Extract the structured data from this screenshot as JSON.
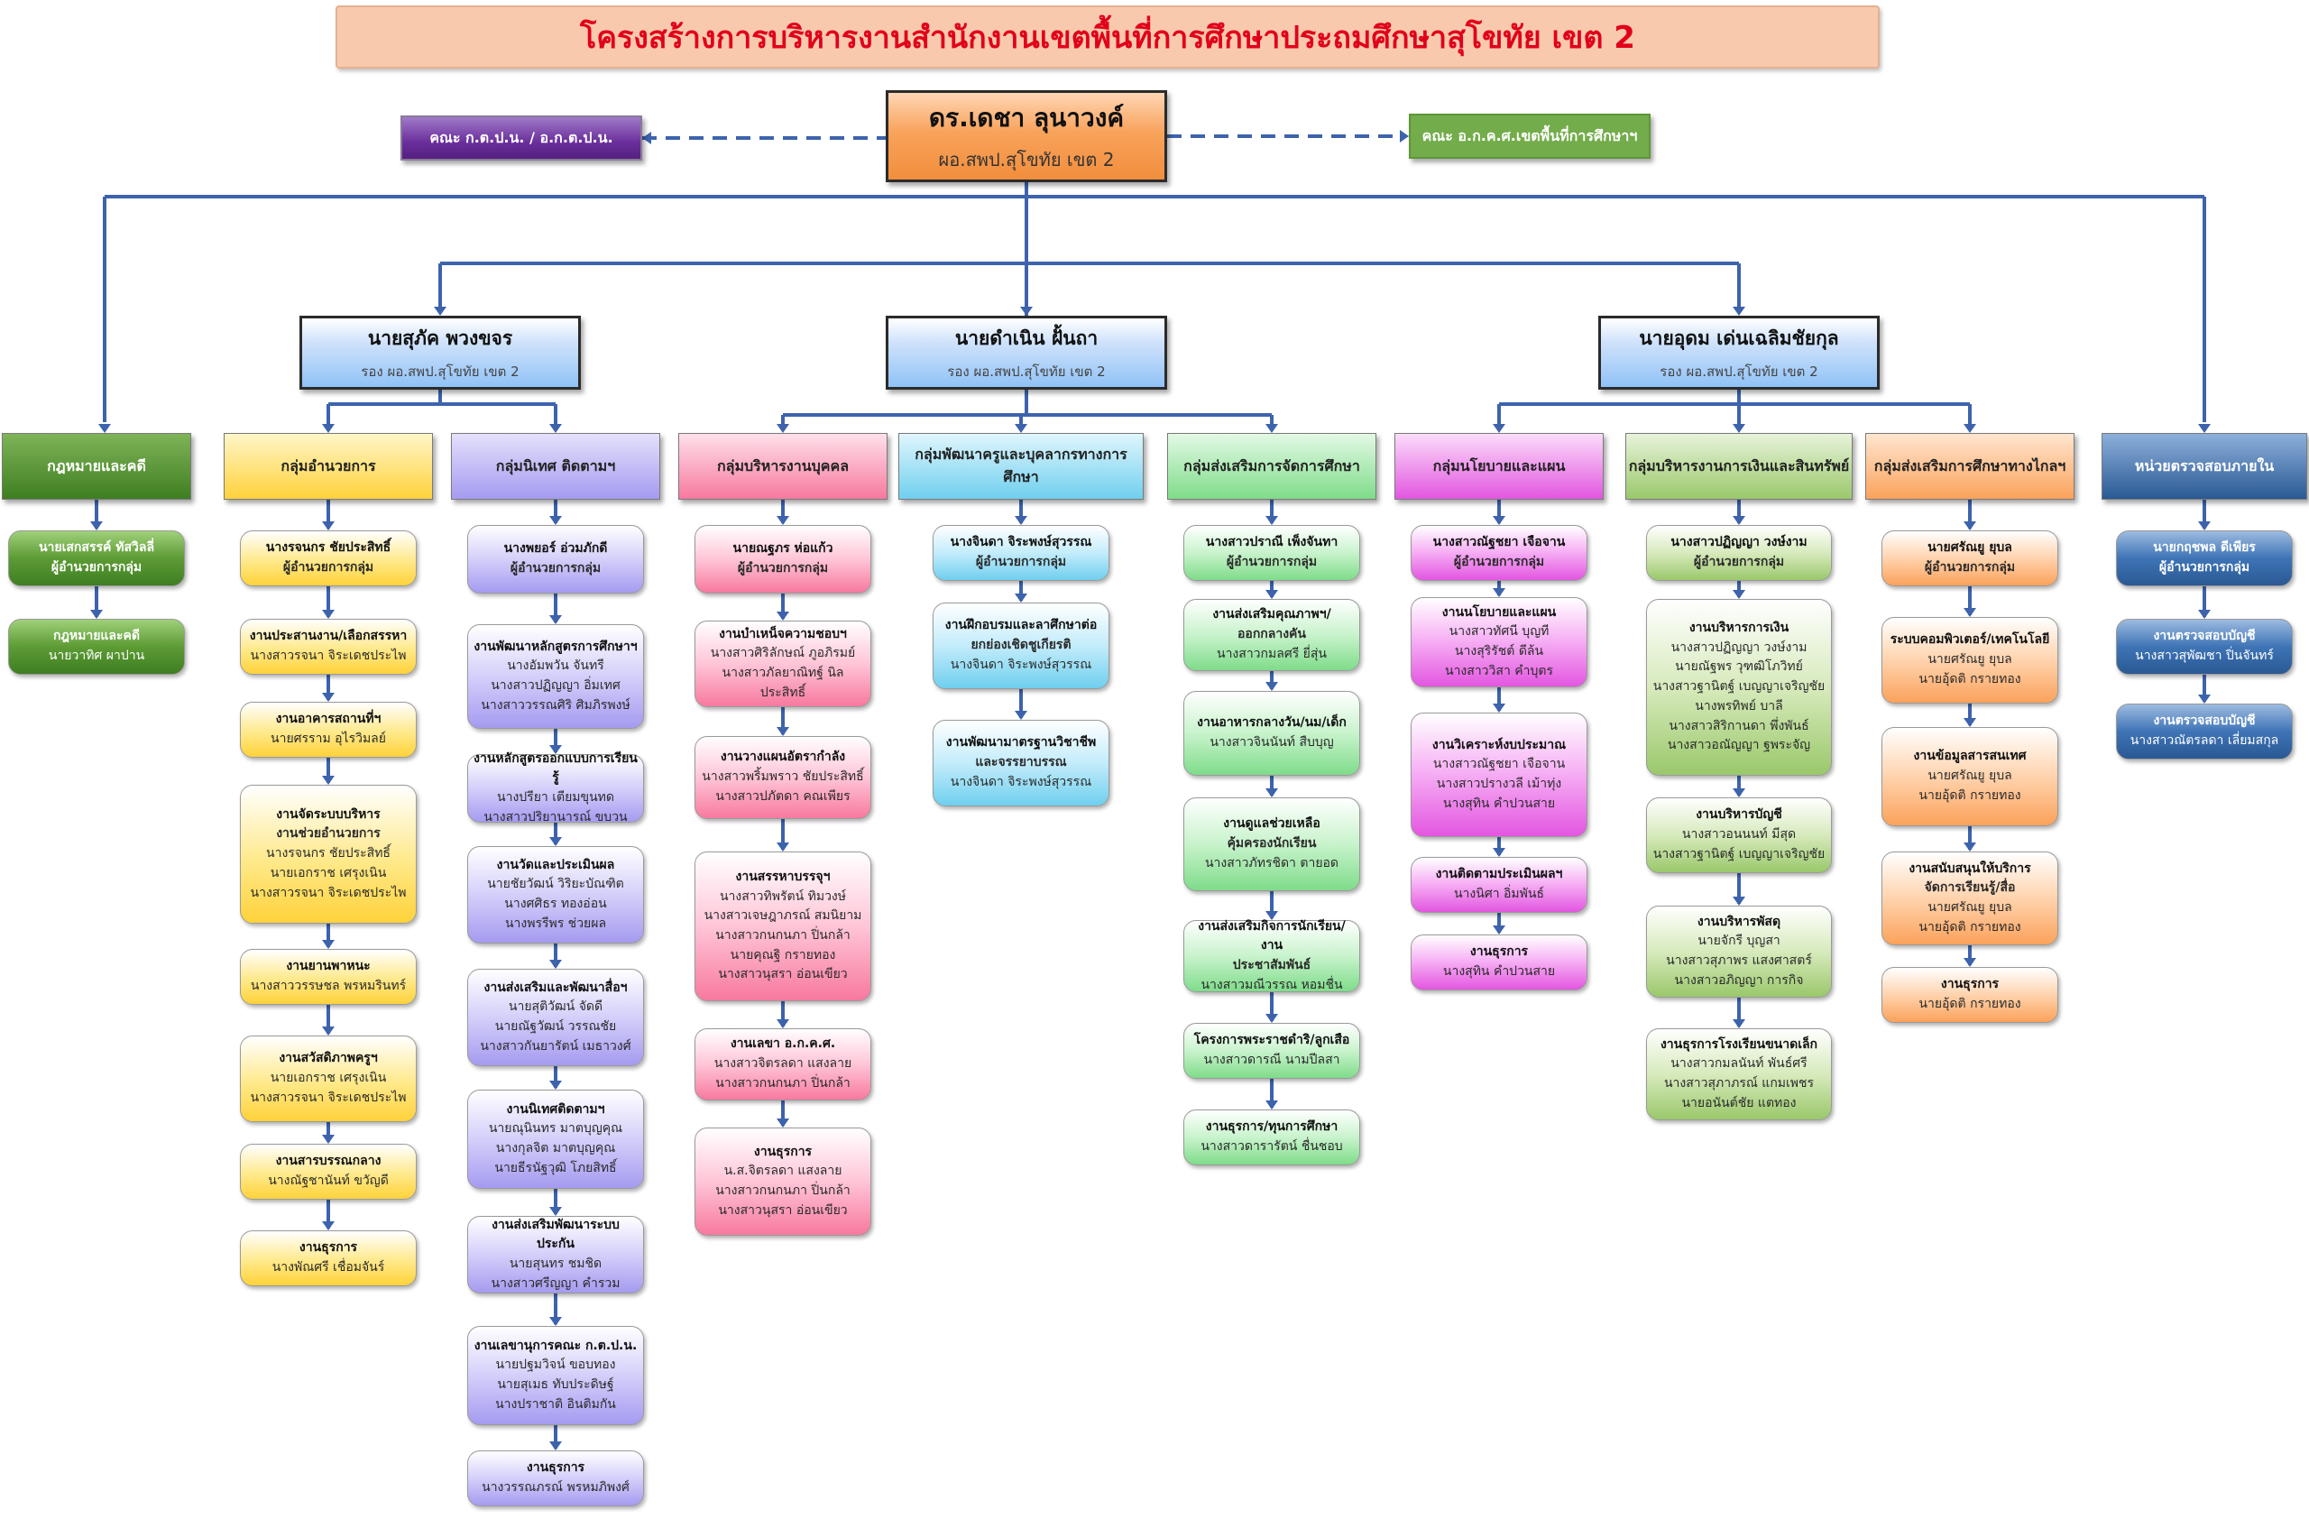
{
  "title": "โครงสร้างการบริหารงานสำนักงานเขตพื้นที่การศึกษาประถมศึกษาสุโขทัย เขต 2",
  "director": {
    "name": "ดร.เดชา ลุนาวงค์",
    "position": "ผอ.สพป.สุโขทัย เขต 2"
  },
  "committees": {
    "left": "คณะ ก.ต.ป.น. / อ.ก.ต.ป.น.",
    "right": "คณะ อ.ก.ค.ศ.เขตพื้นที่การศึกษาฯ"
  },
  "deputies": [
    {
      "name": "นายสุภัค พวงขจร",
      "position": "รอง ผอ.สพป.สุโขทัย เขต 2"
    },
    {
      "name": "นายดำเนิน ฝั้นถา",
      "position": "รอง ผอ.สพป.สุโขทัย เขต 2"
    },
    {
      "name": "นายอุดม เด่นเฉลิมชัยกุล",
      "position": "รอง ผอ.สพป.สุโขทัย เขต 2"
    }
  ],
  "groups": [
    {
      "name": "กฎหมายและคดี",
      "colors": {
        "header": "#3f7e22"
      },
      "items": [
        {
          "head": "นายเสกสรรค์  ทัสวิลลี่",
          "lines": [
            "ผู้อำนวยการกลุ่ม"
          ]
        },
        {
          "head": "กฎหมายและคดี",
          "lines": [
            "นายวาทิศ ผาปาน"
          ]
        }
      ]
    },
    {
      "name": "กลุ่มอำนวยการ",
      "colors": {
        "header": "#ffd23a"
      },
      "items": [
        {
          "head": "นางรจนกร ชัยประสิทธิ์",
          "lines": [
            "ผู้อำนวยการกลุ่ม"
          ]
        },
        {
          "head": "งานประสานงาน/เลือกสรรหา",
          "lines": [
            "นางสาวรจนา  จิระเดชประไพ"
          ]
        },
        {
          "head": "งานอาคารสถานที่ฯ",
          "lines": [
            "นายศรราม  อุไรวิมลย์"
          ]
        },
        {
          "head": "งานจัดระบบบริหาร",
          "lines": [
            "งานช่วยอำนวยการ",
            "นางรจนกร  ชัยประสิทธิ์",
            "นายเอกราช  เศรุงเนิน",
            "นางสาวรจนา  จิระเดชประไพ"
          ]
        },
        {
          "head": "งานยานพาหนะ",
          "lines": [
            "นางสาววรรษชล  พรหมรินทร์"
          ]
        },
        {
          "head": "งานสวัสดิภาพครูฯ",
          "lines": [
            "นายเอกราช  เศรุงเนิน",
            "นางสาวรจนา  จิระเดชประไพ"
          ]
        },
        {
          "head": "งานสารบรรณกลาง",
          "lines": [
            "นางณัฐชานันท์  ขวัญดี"
          ]
        },
        {
          "head": "งานธุรการ",
          "lines": [
            "นางพัณศรี  เชื่อมจันร์"
          ]
        }
      ]
    },
    {
      "name": "กลุ่มนิเทศ ติดตามฯ",
      "colors": {
        "header": "#a59bf0"
      },
      "items": [
        {
          "head": "นางพยอร์  อ่วมภักดี",
          "lines": [
            "ผู้อำนวยการกลุ่ม"
          ]
        },
        {
          "head": "งานพัฒนาหลักสูตรการศึกษาฯ",
          "lines": [
            "นางอัมพวัน  จันทรี",
            "นางสาวปฏิญญา  อิ่มเทศ",
            "นางสาววรรณศิริ  ศิมภิรพงษ์"
          ]
        },
        {
          "head": "งานหลักสูตรออกแบบการเรียนรู้",
          "lines": [
            "นางปรียา  เตียมขุนทด",
            "นางสาวปริยานารณ์  ขบวน"
          ]
        },
        {
          "head": "งานวัดและประเมินผล",
          "lines": [
            "นายชัยวัฒน์  วิริยะบัณฑิต",
            "นางศศิธร  ทองอ่อน",
            "นางพรรีพร  ช่วยผล"
          ]
        },
        {
          "head": "งานส่งเสริมและพัฒนาสื่อฯ",
          "lines": [
            "นายสุติวัฒน์  จัดดี",
            "นายณัฐวัฒน์  วรรณชัย",
            "นางสาวกันยารัตน์  เมธาวงศ์"
          ]
        },
        {
          "head": "งานนิเทศติดตามฯ",
          "lines": [
            "นายณุนินทร  มาตบุญคุณ",
            "นางกุลจิต  มาตบุญคุณ",
            "นายธีรนัฐวุฒิ  โภยสิทธิ์"
          ]
        },
        {
          "head": "งานส่งเสริมพัฒนาระบบประกัน",
          "lines": [
            "นายสุนทร  ชมชิด",
            "นางสาวศรีญญา  คำรวม"
          ]
        },
        {
          "head": "งานเลขานุการคณะ ก.ต.ป.น.",
          "lines": [
            "นายปฐมวิจน์  ขอบทอง",
            "นายสุเมธ  ทับประดิษฐ์",
            "นางปราชาติ  อินติมกัน"
          ]
        },
        {
          "head": "งานธุรการ",
          "lines": [
            "นางวรรณภรณ์  พรหมภิพงศ์"
          ]
        }
      ]
    },
    {
      "name": "กลุ่มบริหารงานบุคคล",
      "colors": {
        "header": "#f7799f"
      },
      "items": [
        {
          "head": "นายณฐภร  ห่อแก้ว",
          "lines": [
            "ผู้อำนวยการกลุ่ม"
          ]
        },
        {
          "head": "งานบำเหน็จความชอบฯ",
          "lines": [
            "นางสาวศิริลักษณ์  ภูอภิรมย์",
            "นางสาวภัลยาณิทฐ์  นิลประสิทธิ์"
          ]
        },
        {
          "head": "งานวางแผนอัตรากำลัง",
          "lines": [
            "นางสาวพริ้มพราว  ชัยประสิทธิ์",
            "นางสาวปภัตดา  คณเพียร"
          ]
        },
        {
          "head": "งานสรรหาบรรจุฯ",
          "lines": [
            "นางสาวทิพรัตน์  ทิมวงษ์",
            "นางสาวเจษฎาภรณ์  สมนิยาม",
            "นางสาวกนกนภา  ปิ่นกล้า",
            "นายคุณฐิ  กรายทอง",
            "นางสาวนุสรา  อ่อนเขียว"
          ]
        },
        {
          "head": "งานเลขา อ.ก.ค.ศ.",
          "lines": [
            "นางสาวจิตรลดา  แสงลาย",
            "นางสาวกนกนภา  ปิ่นกล้า"
          ]
        },
        {
          "head": "งานธุรการ",
          "lines": [
            "น.ส.จิตรลดา  แสงลาย",
            "นางสาวกนกนภา  ปิ่นกล้า",
            "นางสาวนุสรา  อ่อนเขียว"
          ]
        }
      ]
    },
    {
      "name": "กลุ่มพัฒนาครูและบุคลากรทางการศึกษา",
      "colors": {
        "header": "#6fcfee"
      },
      "items": [
        {
          "head": "นางจินดา  จิระพงษ์สุวรรณ",
          "lines": [
            "ผู้อำนวยการกลุ่ม"
          ]
        },
        {
          "head": "งานฝึกอบรมและลาศึกษาต่อ",
          "lines": [
            "ยกย่องเชิดชูเกียรติ",
            "นางจินดา  จิระพงษ์สุวรรณ"
          ]
        },
        {
          "head": "งานพัฒนามาตรฐานวิชาชีพ",
          "lines": [
            "และจรรยาบรรณ",
            "นางจินดา  จิระพงษ์สุวรรณ"
          ]
        }
      ]
    },
    {
      "name": "กลุ่มส่งเสริมการจัดการศึกษา",
      "colors": {
        "header": "#7fdc8a"
      },
      "items": [
        {
          "head": "นางสาวปราณี  เพ็งจันทา",
          "lines": [
            "ผู้อำนวยการกลุ่ม"
          ]
        },
        {
          "head": "งานส่งเสริมคุณภาพฯ/",
          "lines": [
            "ออกกลางคัน",
            "นางสาวกมลศรี  ยี่สุ่น"
          ]
        },
        {
          "head": "งานอาหารกลางวัน/นม/เด็ก",
          "lines": [
            "นางสาวจินนันท์  สืบบุญ"
          ]
        },
        {
          "head": "งานดูแลช่วยเหลือ",
          "lines": [
            "คุ้มครองนักเรียน",
            "นางสาวภัทรชิดา  ตายอด"
          ]
        },
        {
          "head": "งานส่งเสริมกิจการนักเรียน/งาน",
          "lines": [
            "ประชาสัมพันธ์",
            "นางสาวมณีวรรณ  หอมชื่น"
          ]
        },
        {
          "head": "โครงการพระราชดำริ/ลูกเสือ",
          "lines": [
            "นางสาวดารณี  นามปีลสา"
          ]
        },
        {
          "head": "งานธุรการ/ทุนการศึกษา",
          "lines": [
            "นางสาวดารารัตน์  ชื่นชอบ"
          ]
        }
      ]
    },
    {
      "name": "กลุ่มนโยบายและแผน",
      "colors": {
        "header": "#e356e1"
      },
      "items": [
        {
          "head": "นางสาวณัฐชยา  เจือจาน",
          "lines": [
            "ผู้อำนวยการกลุ่ม"
          ]
        },
        {
          "head": "งานนโยบายและแผน",
          "lines": [
            "นางสาวทัศนี  บุญที",
            "นางสุริรัชต์  ดีล้น",
            "นางสาววิสา  คำบุตร"
          ]
        },
        {
          "head": "งานวิเคราะห์งบประมาณ",
          "lines": [
            "นางสาวณัฐชยา  เจือจาน",
            "นางสาวปรางวลี  เม้าทุ่ง",
            "นางสุทิน  คำปวนสาย"
          ]
        },
        {
          "head": "งานติดตามประเมินผลฯ",
          "lines": [
            "นางนิศา  อิ่มพันธ์"
          ]
        },
        {
          "head": "งานธุรการ",
          "lines": [
            "นางสุทิน  คำปวนสาย"
          ]
        }
      ]
    },
    {
      "name": "กลุ่มบริหารงานการเงินและสินทรัพย์",
      "colors": {
        "header": "#9ac86b"
      },
      "items": [
        {
          "head": "นางสาวปฏิญญา  วงษ์งาม",
          "lines": [
            "ผู้อำนวยการกลุ่ม"
          ]
        },
        {
          "head": "งานบริหารการเงิน",
          "lines": [
            "นางสาวปฏิญญา  วงษ์งาม",
            "นายณัฐพร  วุฑฒิโภวิทย์",
            "นางสาวฐานิตฐ์  เบญญาเจริญชัย",
            "นางพรทิพย์  บาลี",
            "นางสาวสิริกานดา  พึ่งพันธ์",
            "นางสาวอณัญญา  ฐพระจัญ"
          ]
        },
        {
          "head": "งานบริหารบัญชี",
          "lines": [
            "นางสาวอนนนท์  มีสุด",
            "นางสาวฐานิตฐ์  เบญญาเจริญชัย"
          ]
        },
        {
          "head": "งานบริหารพัสดุ",
          "lines": [
            "นายจักรี  บุญสา",
            "นางสาวสุภาพร  แสงศาสตร์",
            "นางสาวอภิญญา  การกิจ"
          ]
        },
        {
          "head": "งานธุรการโรงเรียนขนาดเล็ก",
          "lines": [
            "นางสาวกมลนันท์  พันธ์ศรี",
            "นางสาวสุภาภรณ์  แกมเพชร",
            "นายอนันต์ชัย  แตทอง"
          ]
        }
      ]
    },
    {
      "name": "กลุ่มส่งเสริมการศึกษาทางไกลฯ",
      "colors": {
        "header": "#fba25b"
      },
      "items": [
        {
          "head": "นายศรัณยู  ยุบล",
          "lines": [
            "ผู้อำนวยการกลุ่ม"
          ]
        },
        {
          "head": "ระบบคอมพิวเตอร์/เทคโนโลยี",
          "lines": [
            "นายศรัณยู  ยุบล",
            "นายอุ้ดติ  กรายทอง"
          ]
        },
        {
          "head": "งานข้อมูลสารสนเทศ",
          "lines": [
            "นายศรัณยู  ยุบล",
            "นายอุ้ดติ  กรายทอง"
          ]
        },
        {
          "head": "งานสนับสนุนให้บริการ",
          "lines": [
            "จัดการเรียนรู้/สื่อ",
            "นายศรัณยู  ยุบล",
            "นายอุ้ดติ  กรายทอง"
          ]
        },
        {
          "head": "งานธุรการ",
          "lines": [
            "นายอุ้ดติ  กรายทอง"
          ]
        }
      ]
    },
    {
      "name": "หน่วยตรวจสอบภายใน",
      "colors": {
        "header": "#2a5994"
      },
      "items": [
        {
          "head": "นายกฤชพล  ดีเพียร",
          "lines": [
            "ผู้อำนวยการกลุ่ม"
          ]
        },
        {
          "head": "งานตรวจสอบบัญชี",
          "lines": [
            "นางสาวสุพัฒชา  ปิ่นจันทร์"
          ]
        },
        {
          "head": "งานตรวจสอบบัญชี",
          "lines": [
            "นางสาวณัตรลดา  เลี่ยมสกุล"
          ]
        }
      ]
    }
  ]
}
